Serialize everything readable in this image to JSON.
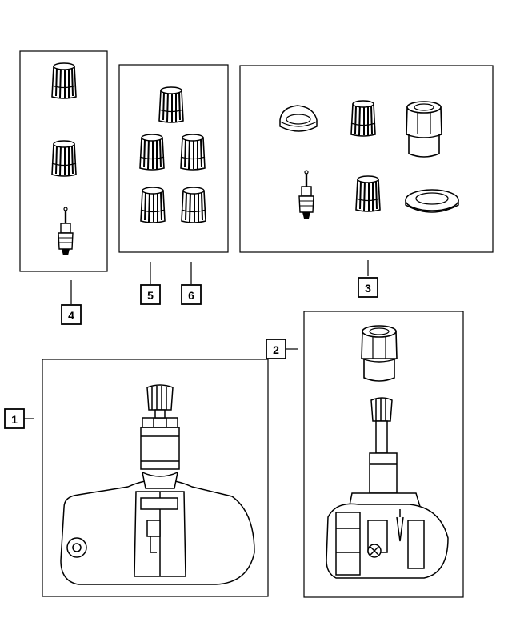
{
  "callouts": [
    {
      "id": "1",
      "label": "1"
    },
    {
      "id": "2",
      "label": "2"
    },
    {
      "id": "3",
      "label": "3"
    },
    {
      "id": "4",
      "label": "4"
    },
    {
      "id": "5",
      "label": "5"
    },
    {
      "id": "6",
      "label": "6"
    }
  ],
  "groups": {
    "kit_4": [
      "valve-cap",
      "valve-cap",
      "valve-core"
    ],
    "kit_5_6": [
      "valve-cap",
      "valve-cap",
      "valve-cap",
      "valve-cap",
      "valve-cap"
    ],
    "kit_3": [
      "grommet",
      "valve-cap",
      "hex-nut",
      "valve-core",
      "valve-cap",
      "seal-washer"
    ],
    "part_1": [
      "tire-pressure-sensor"
    ],
    "part_2": [
      "hex-nut",
      "tire-pressure-sensor"
    ]
  },
  "colors": {
    "line": "#000000",
    "background": "#ffffff"
  }
}
